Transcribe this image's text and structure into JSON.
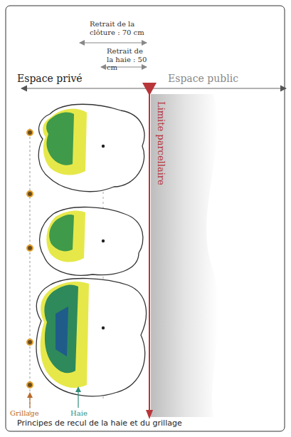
{
  "diagram": {
    "caption": "Principes de recul de la haie et du grillage",
    "labels": [
      "Retrait de la clôture : 70 cm",
      "Retrait de la haie : 50 cm",
      "Espace privé",
      "Espace public",
      "Limite parcellaire",
      "Grillage",
      "Haie"
    ]
  }
}
